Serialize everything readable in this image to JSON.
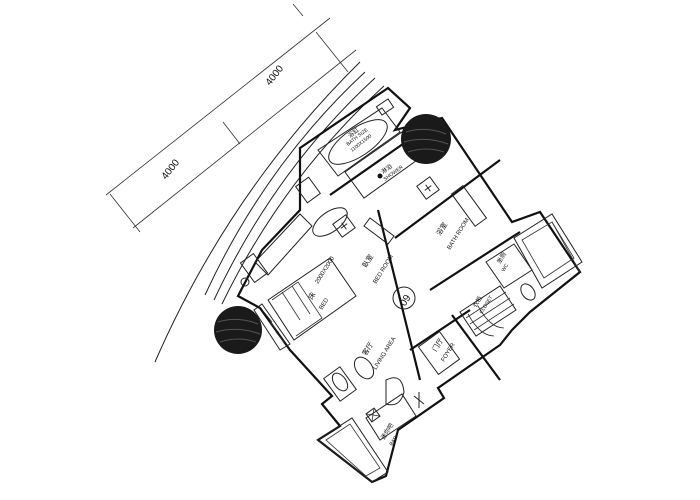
{
  "dimensions": {
    "top": "4000",
    "bottom": "4000"
  },
  "rooms": {
    "bedroom_cn": "臥室",
    "bedroom_en": "BED ROOM",
    "bed_size": "2000X2000",
    "bed_cn": "床",
    "bed_en": "BED",
    "bathroom_cn": "浴室",
    "bathroom_en": "BATH ROOM",
    "bathtub_cn": "浴缸",
    "bathtub_en": "BATH SIZE",
    "bathtub_size": "1100X1500",
    "shower_cn": "淋浴",
    "shower_en": "SHOWER",
    "toilet_cn": "坐厕",
    "toilet_en": "WC",
    "closet_cn": "衣柜",
    "closet_en": "CLOSET",
    "living_cn": "客厅",
    "living_en": "LIVING AREA",
    "foyer_cn": "门厅",
    "foyer_en": "FOYER",
    "minibar_cn": "迷你吧",
    "minibar_en": "BAR",
    "unit_number": "09"
  }
}
